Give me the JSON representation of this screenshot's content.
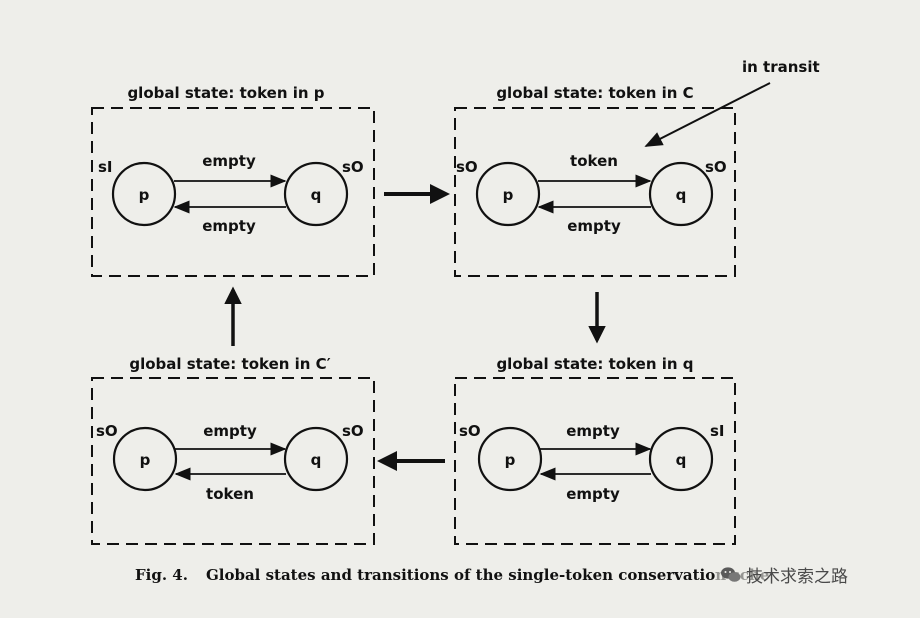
{
  "annotation": "in transit",
  "states": [
    {
      "title": "global state: token in p",
      "left_label": "sI",
      "right_label": "sO",
      "node_p": "p",
      "node_q": "q",
      "top_arc": "empty",
      "bottom_arc": "empty"
    },
    {
      "title": "global state: token in C",
      "left_label": "sO",
      "right_label": "sO",
      "node_p": "p",
      "node_q": "q",
      "top_arc": "token",
      "bottom_arc": "empty"
    },
    {
      "title": "global state: token in C′",
      "left_label": "sO",
      "right_label": "sO",
      "node_p": "p",
      "node_q": "q",
      "top_arc": "empty",
      "bottom_arc": "token"
    },
    {
      "title": "global state: token in q",
      "left_label": "sO",
      "right_label": "sI",
      "node_p": "p",
      "node_q": "q",
      "top_arc": "empty",
      "bottom_arc": "empty"
    }
  ],
  "caption": {
    "figure": "Fig. 4.",
    "text": "Global states and transitions of the single-token conservation sche"
  },
  "watermark": {
    "icon": "wechat-icon",
    "text": "技术求索之路"
  }
}
